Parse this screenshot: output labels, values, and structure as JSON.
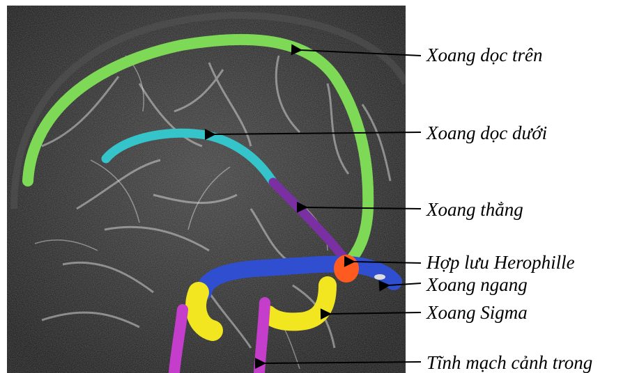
{
  "figure": {
    "colors": {
      "superior_sagittal": "#7ed957",
      "inferior_sagittal": "#35c4c9",
      "straight": "#7a2fa3",
      "confluence": "#ff5a1f",
      "transverse": "#2f4fd0",
      "sigmoid": "#f2e620",
      "internal_jugular": "#c43ecb",
      "arrow": "#000000",
      "scan_background": "#1a1a1a"
    },
    "labels": [
      {
        "key": "superior_sagittal",
        "text": "Xoang dọc trên"
      },
      {
        "key": "inferior_sagittal",
        "text": "Xoang dọc dưới"
      },
      {
        "key": "straight",
        "text": "Xoang thẳng"
      },
      {
        "key": "confluence",
        "text": "Hợp lưu Herophille"
      },
      {
        "key": "transverse",
        "text": "Xoang ngang"
      },
      {
        "key": "sigmoid",
        "text": "Xoang Sigma"
      },
      {
        "key": "internal_jugular",
        "text": "Tĩnh mạch cảnh trong"
      }
    ]
  }
}
